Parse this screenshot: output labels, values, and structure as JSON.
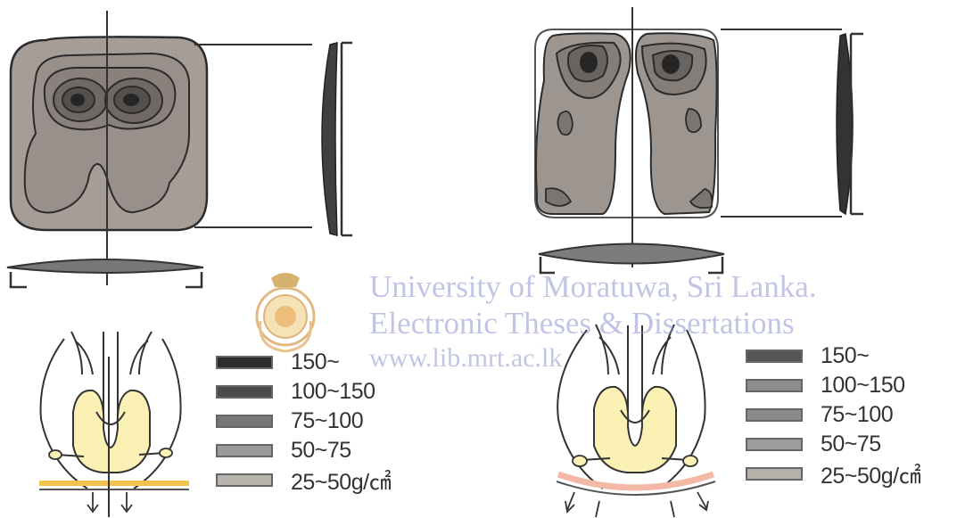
{
  "watermark": {
    "line1": "University of Moratuwa, Sri Lanka.",
    "line2": "Electronic Theses & Dissertations",
    "line3": "www.lib.mrt.ac.lk"
  },
  "legend_left": {
    "items": [
      {
        "label": "150~",
        "color": "#2c2c2c"
      },
      {
        "label": "100~150",
        "color": "#4a4a4a"
      },
      {
        "label": "75~100",
        "color": "#777777"
      },
      {
        "label": "50~75",
        "color": "#9a9a9a"
      },
      {
        "label": "25~50g/㎠",
        "color": "#b9b3ae"
      }
    ]
  },
  "legend_right": {
    "items": [
      {
        "label": "150~",
        "color": "#555555"
      },
      {
        "label": "100~150",
        "color": "#8d8d8d"
      },
      {
        "label": "75~100",
        "color": "#8a8a8a"
      },
      {
        "label": "50~75",
        "color": "#9d9d9d"
      },
      {
        "label": "25~50g/㎠",
        "color": "#b7b1ab"
      }
    ]
  },
  "colors": {
    "pressure_base": "#a89e98",
    "contour": "#2b2b2b",
    "pelvis_fill": "#fbf1b4",
    "seat_line_left": "#f2c14e",
    "seat_line_right": "#f3b9a6",
    "logo": "#d9a25a"
  }
}
